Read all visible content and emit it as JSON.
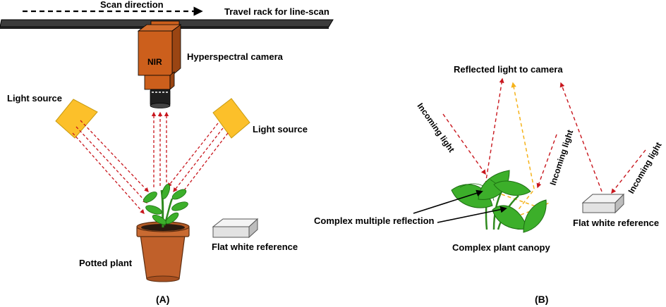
{
  "panel_a": {
    "scan_direction": "Scan direction",
    "travel_rack": "Travel rack for line-scan",
    "camera_badge": "NIR",
    "camera_label": "Hyperspectral camera",
    "light_source_left": "Light source",
    "light_source_right": "Light source",
    "potted_plant": "Potted plant",
    "white_reference": "Flat white reference",
    "caption": "(A)"
  },
  "panel_b": {
    "reflected_light": "Reflected light to camera",
    "incoming_light_1": "Incoming light",
    "incoming_light_2": "Incoming light",
    "incoming_light_3": "Incoming light",
    "complex_reflection": "Complex multiple reflection",
    "plant_canopy": "Complex plant canopy",
    "white_reference": "Flat white reference",
    "caption": "(B)"
  },
  "colors": {
    "camera_orange": "#cc5f1c",
    "light_yellow": "#fcc02a",
    "ray_red": "#c8161d",
    "ray_yellow": "#f5b21a",
    "leaf_green": "#3caf2a",
    "pot_brown": "#c0602a",
    "rack_gray": "#4a4a4a"
  }
}
